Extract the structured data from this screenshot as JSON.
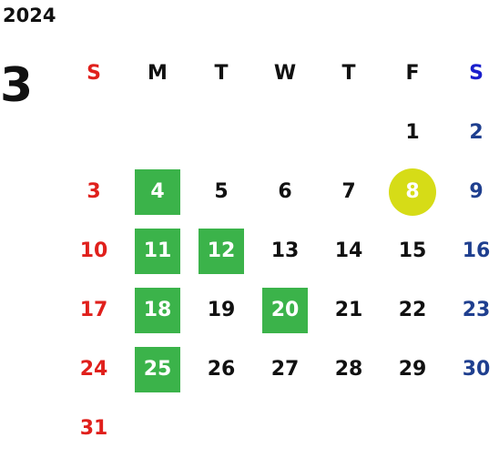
{
  "calendar": {
    "year": "2024",
    "month": "3",
    "weekdays": [
      "S",
      "M",
      "T",
      "W",
      "T",
      "F",
      "S"
    ],
    "weeks": [
      [
        "",
        "",
        "",
        "",
        "",
        "1",
        "2"
      ],
      [
        "3",
        "4",
        "5",
        "6",
        "7",
        "8",
        "9"
      ],
      [
        "10",
        "11",
        "12",
        "13",
        "14",
        "15",
        "16"
      ],
      [
        "17",
        "18",
        "19",
        "20",
        "21",
        "22",
        "23"
      ],
      [
        "24",
        "25",
        "26",
        "27",
        "28",
        "29",
        "30"
      ],
      [
        "31",
        "",
        "",
        "",
        "",
        "",
        ""
      ]
    ],
    "highlighted_green_days": [
      "4",
      "11",
      "12",
      "18",
      "20",
      "25"
    ],
    "highlighted_circle_days": [
      "8"
    ]
  },
  "colors": {
    "sunday": "#e0201c",
    "saturday_header": "#1a1fcc",
    "saturday": "#1f3f8f",
    "green_highlight": "#3bb34a",
    "yellow_circle": "#d6dc17"
  }
}
